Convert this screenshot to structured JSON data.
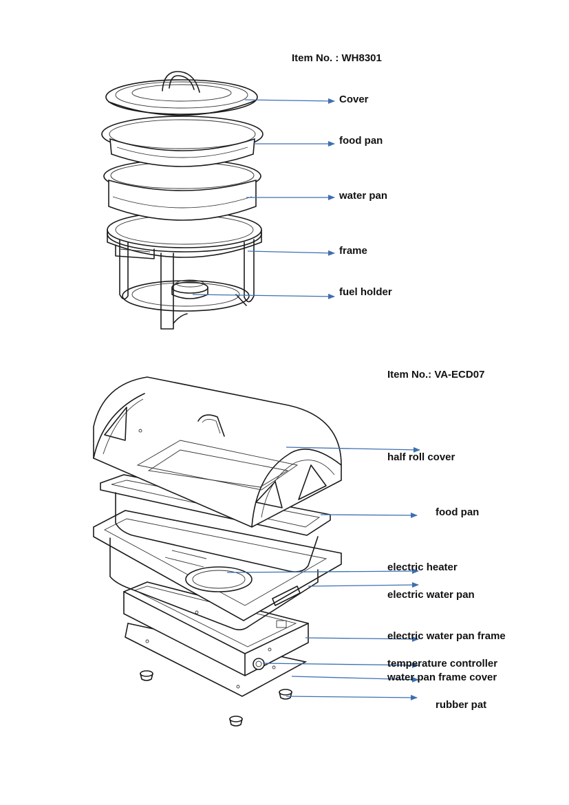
{
  "diagram1": {
    "item_label": "Item No. : WH8301",
    "parts": {
      "cover": "Cover",
      "food_pan": "food pan",
      "water_pan": "water pan",
      "frame": "frame",
      "fuel_holder": "fuel holder"
    }
  },
  "diagram2": {
    "item_label": "Item No.: VA-ECD07",
    "parts": {
      "half_roll_cover": "half roll cover",
      "food_pan": "food pan",
      "electric_heater": "electric heater",
      "electric_water_pan": "electric water pan",
      "electric_water_pan_frame": "electric water pan frame",
      "temperature_controller": "temperature controller",
      "water_pan_frame_cover": "water pan frame cover",
      "rubber_pat": "rubber pat"
    }
  },
  "colors": {
    "callout_arrow": "#3d6fb0",
    "line_art": "#1a1a1a"
  }
}
